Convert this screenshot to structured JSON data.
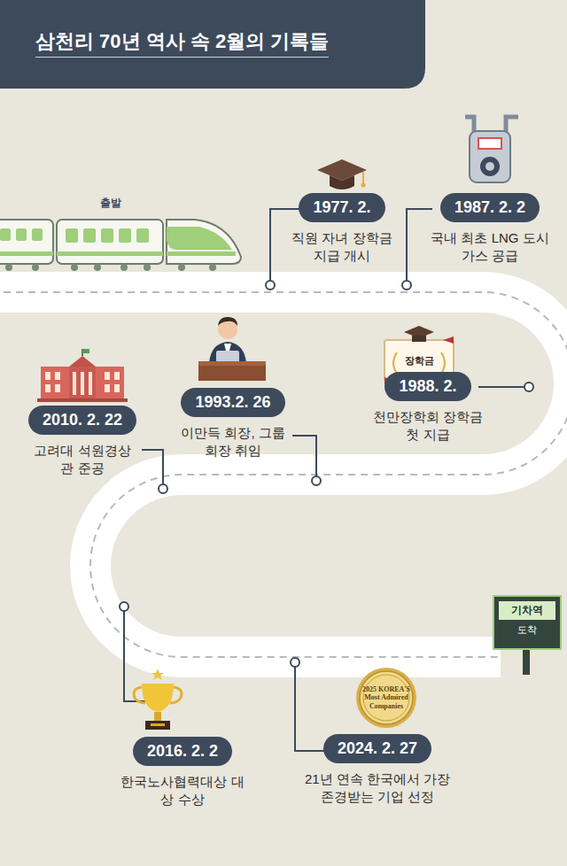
{
  "diagram": {
    "title": "삼천리 70년 역사 속 2월의 기록들",
    "nodes": [
      {
        "text": [
          "1977. 2.",
          "직원 자녀 장학금 지급 개시"
        ]
      },
      {
        "text": [
          "1987. 2. 2",
          "국내 최초 LNG 도시가스 공급"
        ]
      },
      {
        "text": [
          "1988. 2.",
          "천만장학회 장학금 첫 지급"
        ]
      },
      {
        "text": [
          "1993.2. 26",
          "이만득 회장, 그룹 회장 취임"
        ]
      },
      {
        "text": [
          "2010. 2. 22",
          "고려대 석원경상관 준공"
        ]
      },
      {
        "text": [
          "2016. 2. 2",
          "한국노사협력대상 대상 수상"
        ]
      },
      {
        "text": [
          "2024. 2. 27",
          "21년 연속 한국에서 가장 존경받는 기업 선정"
        ]
      },
      {
        "text": [
          "기차역",
          "도착"
        ]
      }
    ],
    "labels": [
      "출발",
      "장학금",
      "2025 KOREA'S Most Admired Companies"
    ]
  }
}
